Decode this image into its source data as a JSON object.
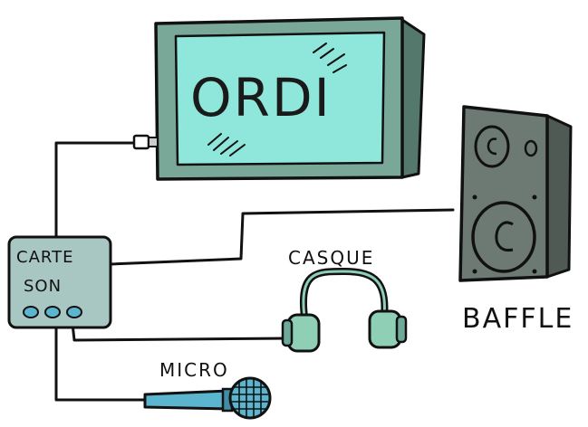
{
  "labels": {
    "computer": "ORDI",
    "sound_card_line1": "CARTE",
    "sound_card_line2": "SON",
    "headphones": "CASQUE",
    "speaker": "BAFFLE",
    "microphone": "MICRO"
  },
  "colors": {
    "screen": "#8fe7dc",
    "monitor_body": "#6e9a8c",
    "monitor_frame": "#7aa898",
    "sound_card": "#a9c7c2",
    "headphone_cups": "#8ecfb6",
    "speaker_body": "#6d7a74",
    "mic_handle": "#5bb5cf",
    "outline": "#111111"
  }
}
